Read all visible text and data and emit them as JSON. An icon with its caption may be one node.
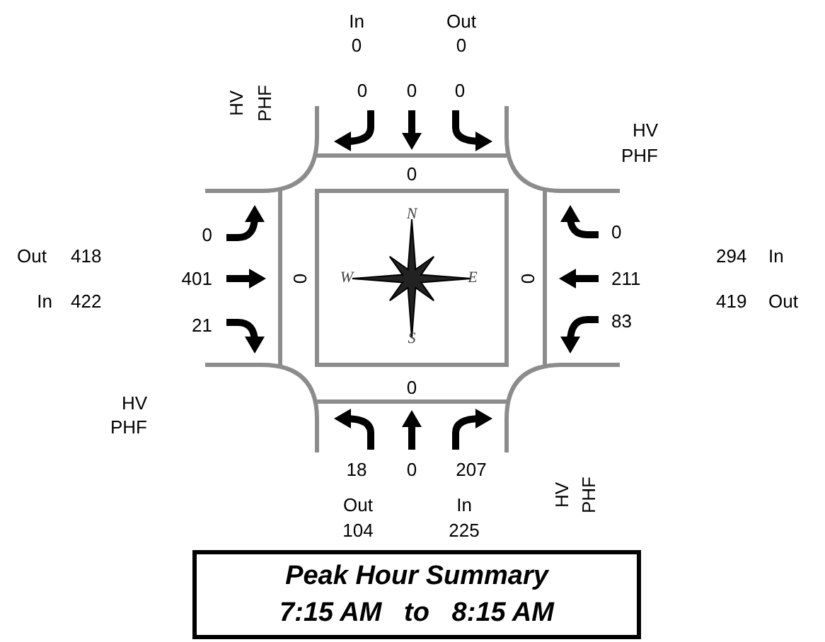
{
  "diagram": {
    "nodes": [
      {
        "text": [
          "Peak Hour Summary",
          "7:15 AM   to   8:15 AM"
        ]
      }
    ],
    "labels": [
      "In",
      "Out",
      "0",
      "0",
      "HV",
      "PHF",
      "0",
      "0",
      "0",
      "HV",
      "PHF",
      "0",
      "N",
      "0",
      "0",
      "Out",
      "418",
      "294",
      "In",
      "401",
      "0",
      "W",
      "E",
      "0",
      "211",
      "In",
      "422",
      "419",
      "Out",
      "21",
      "83",
      "S",
      "0",
      "HV",
      "PHF",
      "18",
      "0",
      "207",
      "Out",
      "In",
      "104",
      "225",
      "HV",
      "PHF"
    ]
  }
}
